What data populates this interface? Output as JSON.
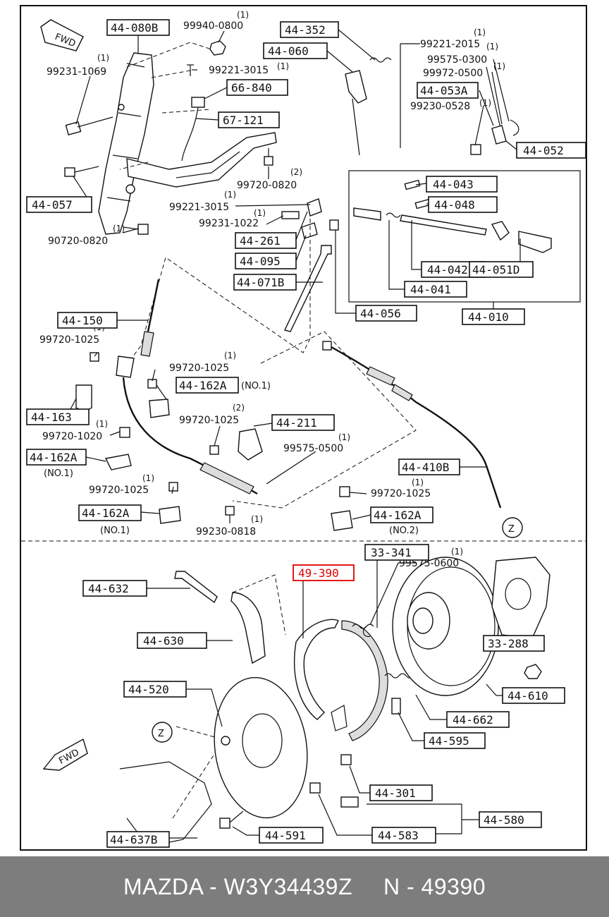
{
  "labels": {
    "l_44080B": "44-080B",
    "l_44352": "44-352",
    "l_44060": "44-060",
    "l_66840": "66-840",
    "l_67121": "67-121",
    "l_44053A": "44-053A",
    "l_44052": "44-052",
    "l_44057": "44-057",
    "l_44043": "44-043",
    "l_44048": "44-048",
    "l_44261": "44-261",
    "l_44095": "44-095",
    "l_44071B": "44-071B",
    "l_44042": "44-042",
    "l_44051D": "44-051D",
    "l_44041": "44-041",
    "l_44056": "44-056",
    "l_44010": "44-010",
    "l_44150": "44-150",
    "l_44162A_1": "44-162A",
    "l_44163": "44-163",
    "l_44211": "44-211",
    "l_44162A_2": "44-162A",
    "l_44410B": "44-410B",
    "l_44162A_3": "44-162A",
    "l_44162A_4": "44-162A",
    "l_33341": "33-341",
    "l_49390": "49-390",
    "l_44632": "44-632",
    "l_44630": "44-630",
    "l_33288": "33-288",
    "l_44520": "44-520",
    "l_44610": "44-610",
    "l_44662": "44-662",
    "l_44595": "44-595",
    "l_44301": "44-301",
    "l_44580": "44-580",
    "l_44591": "44-591",
    "l_44583": "44-583",
    "l_44637B": "44-637B"
  },
  "part_numbers": {
    "p_99940_0800": "99940-0800",
    "p_99231_1069": "99231-1069",
    "p_99221_3015a": "99221-3015",
    "p_99221_2015": "99221-2015",
    "p_99575_0300": "99575-0300",
    "p_99972_0500": "99972-0500",
    "p_99230_0528": "99230-0528",
    "p_99720_0820": "99720-0820",
    "p_99221_3015b": "99221-3015",
    "p_99231_1022": "99231-1022",
    "p_90720_0820": "90720-0820",
    "p_99720_1025a": "99720-1025",
    "p_99720_1025b": "99720-1025",
    "p_99720_1025c": "99720-1025",
    "p_99720_1020": "99720-1020",
    "p_99575_0500": "99575-0500",
    "p_99720_1025d": "99720-1025",
    "p_99720_1025e": "99720-1025",
    "p_99230_0818": "99230-0818",
    "p_99575_0600": "99575-0600"
  },
  "quantities": {
    "q_99940_0800": "(1)",
    "q_99231_1069": "(1)",
    "q_99221_3015a": "(1)",
    "q_99221_2015": "(1)",
    "q_99575_0300": "(1)",
    "q_99972_0500": "(1)",
    "q_99230_0528": "(1)",
    "q_99720_0820": "(2)",
    "q_99221_3015b": "(1)",
    "q_99231_1022": "(1)",
    "q_90720_0820": "(1)",
    "q_99720_1025a": "(1)",
    "q_99720_1025b": "(1)",
    "q_99720_1025c": "(2)",
    "q_99720_1020": "(1)",
    "q_99575_0500": "(1)",
    "q_99720_1025d": "(1)",
    "q_99720_1025e": "(1)",
    "q_99230_0818": "(1)",
    "q_99575_0600": "(1)"
  },
  "notes": {
    "no1_a": "(NO.1)",
    "no1_b": "(NO.1)",
    "no1_c": "(NO.1)",
    "no2": "(NO.2)",
    "fwd_top": "FWD",
    "fwd_bottom": "FWD",
    "z_top": "Z",
    "z_bottom": "Z"
  },
  "highlighted_part": "49-390",
  "footer": {
    "brand_part": "MAZDA - W3Y34439Z",
    "ref": "N - 49390"
  },
  "colors": {
    "highlight": "#e00000",
    "footer_bg": "#7d7d7d",
    "footer_text": "#ffffff"
  }
}
